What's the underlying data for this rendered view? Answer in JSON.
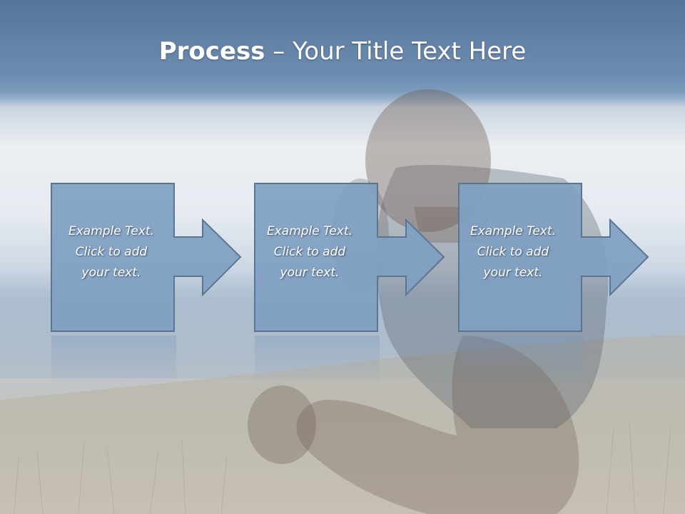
{
  "slide": {
    "title_bold": "Process",
    "title_rest": " – Your Title Text Here",
    "steps": [
      {
        "line1": "Example Text.",
        "line2": "Click  to add",
        "line3": "your text."
      },
      {
        "line1": "Example Text.",
        "line2": "Click  to add",
        "line3": "your text."
      },
      {
        "line1": "Example Text.",
        "line2": "Click  to add",
        "line3": "your text."
      }
    ]
  },
  "colors": {
    "header_blue": "#56759a",
    "shape_fill": "#7f9fc2",
    "shape_border": "#5d7690"
  }
}
